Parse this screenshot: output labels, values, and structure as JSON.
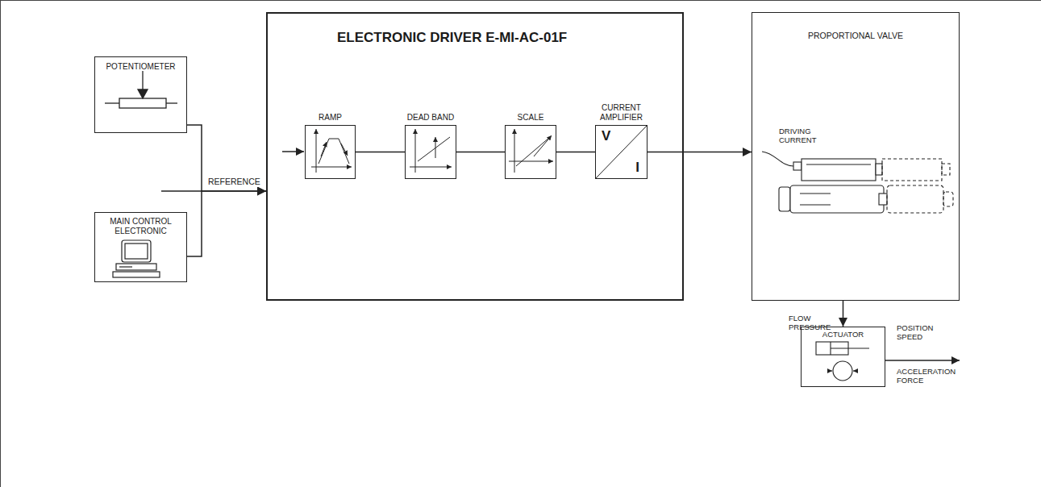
{
  "diagram": {
    "nodes": [
      {
        "text": [
          "POTENTIOMETER"
        ]
      },
      {
        "text": [
          "MAIN CONTROL ELECTRONIC"
        ]
      },
      {
        "text": [
          "ELECTRONIC DRIVER E-MI-AC-01F"
        ]
      },
      {
        "text": [
          "RAMP"
        ],
        "in": 2
      },
      {
        "text": [
          "DEAD BAND"
        ],
        "in": 2
      },
      {
        "text": [
          "SCALE"
        ],
        "in": 2
      },
      {
        "text": [
          "CURRENT AMPLIFIER",
          "V",
          "I"
        ],
        "in": 2
      },
      {
        "text": [
          "PROPORTIONAL VALVE"
        ]
      },
      {
        "text": [
          "ACTUATOR"
        ]
      }
    ],
    "edges": [
      {
        "from": 0,
        "to": 2,
        "arrow": "to"
      },
      {
        "from": 1,
        "to": 2,
        "arrow": "to"
      },
      {
        "from": 3,
        "to": 4,
        "arrow": "none"
      },
      {
        "from": 4,
        "to": 5,
        "arrow": "none"
      },
      {
        "from": 5,
        "to": 6,
        "arrow": "none"
      },
      {
        "from": 6,
        "to": 7,
        "arrow": "to"
      },
      {
        "from": 7,
        "to": 8,
        "arrow": "to"
      }
    ],
    "labels": [
      "REFERENCE",
      "DRIVING CURRENT",
      "FLOW PRESSURE",
      "POSITION SPEED",
      "ACCELERATION FORCE"
    ]
  }
}
